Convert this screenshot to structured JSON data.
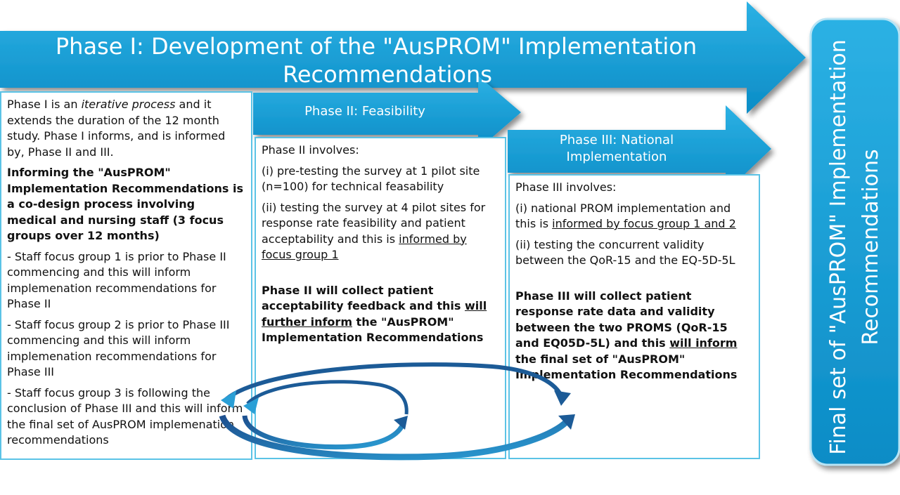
{
  "phase1": {
    "title_line1": "Phase I: Development of the \"AusPROM\" Implementation",
    "title_line2": "Recommendations",
    "para1_a": "Phase I is an ",
    "para1_em": "iterative process",
    "para1_b": " and it extends the duration of the 12 month study. Phase I informs, and is informed by, Phase II and III.",
    "bold_para": "Informing the \"AusPROM\" Implementation Recommendations is a co-design process involving medical and nursing staff (3 focus groups over 12 months)",
    "focus1": "- Staff focus group 1 is prior to Phase II commencing and this will inform implemenation recommendations for Phase II",
    "focus2": "- Staff focus group 2 is prior to Phase III commencing and this will inform implemenation recommendations for Phase III",
    "focus3": "- Staff focus group 3 is following the conclusion of Phase III and this will inform the final set of AusPROM implemenation recommendations"
  },
  "phase2": {
    "title": "Phase II: Feasibility",
    "intro": "Phase II involves:",
    "item1": "(i) pre-testing the survey at 1 pilot site (n=100) for technical feasability",
    "item2_a": "(ii) testing the survey at 4 pilot sites for response rate feasibility and patient acceptability and this is ",
    "item2_u": "informed by focus group 1",
    "bold_a": "Phase II will collect patient acceptability feedback and this ",
    "bold_u": "will further inform",
    "bold_b": " the \"AusPROM\" Implementation Recommendations"
  },
  "phase3": {
    "title_line1": "Phase III: National",
    "title_line2": "Implementation",
    "intro": "Phase III involves:",
    "item1_a": "(i) national PROM implementation and this is ",
    "item1_u": "informed by focus group 1 and 2",
    "item2": "(ii) testing the concurrent validity between the QoR-15 and the EQ-5D-5L",
    "bold_a": "Phase III will collect patient response rate data and validity between the two PROMS (QoR-15 and EQ05D-5L) and this ",
    "bold_u": "will inform ",
    "bold_b": "the final set of \"AusPROM\" Implementation Recommendations"
  },
  "final": {
    "title": "Final set of \"AusPROM\" Implementation Recommendations"
  },
  "colors": {
    "arrow_blue": "#1a9fd5",
    "box_border": "#5bc3e6",
    "loop_blue": "#1c5b97"
  }
}
